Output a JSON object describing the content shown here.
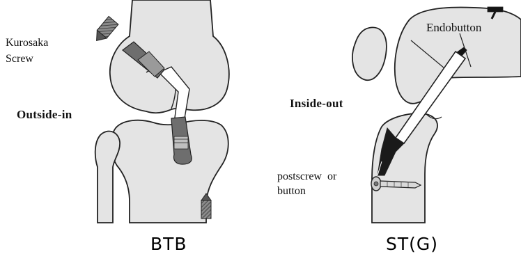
{
  "left_panel": {
    "screw_label_line1": "Kurosaka",
    "screw_label_line2": "Screw",
    "technique_label": "Outside-in",
    "caption": "BTB"
  },
  "right_panel": {
    "fixation_label": "Endobutton",
    "technique_label": "Inside-out",
    "tibial_label_line1": "postscrew  or",
    "tibial_label_line2": "button",
    "caption": "ST(G)"
  },
  "colors": {
    "bone": "#e4e4e4",
    "bone_outline": "#222222",
    "graft": "#ffffff",
    "screw_dark": "#5a5a5a",
    "tunnel_fill": "#7a7a7a",
    "button_black": "#141414"
  }
}
